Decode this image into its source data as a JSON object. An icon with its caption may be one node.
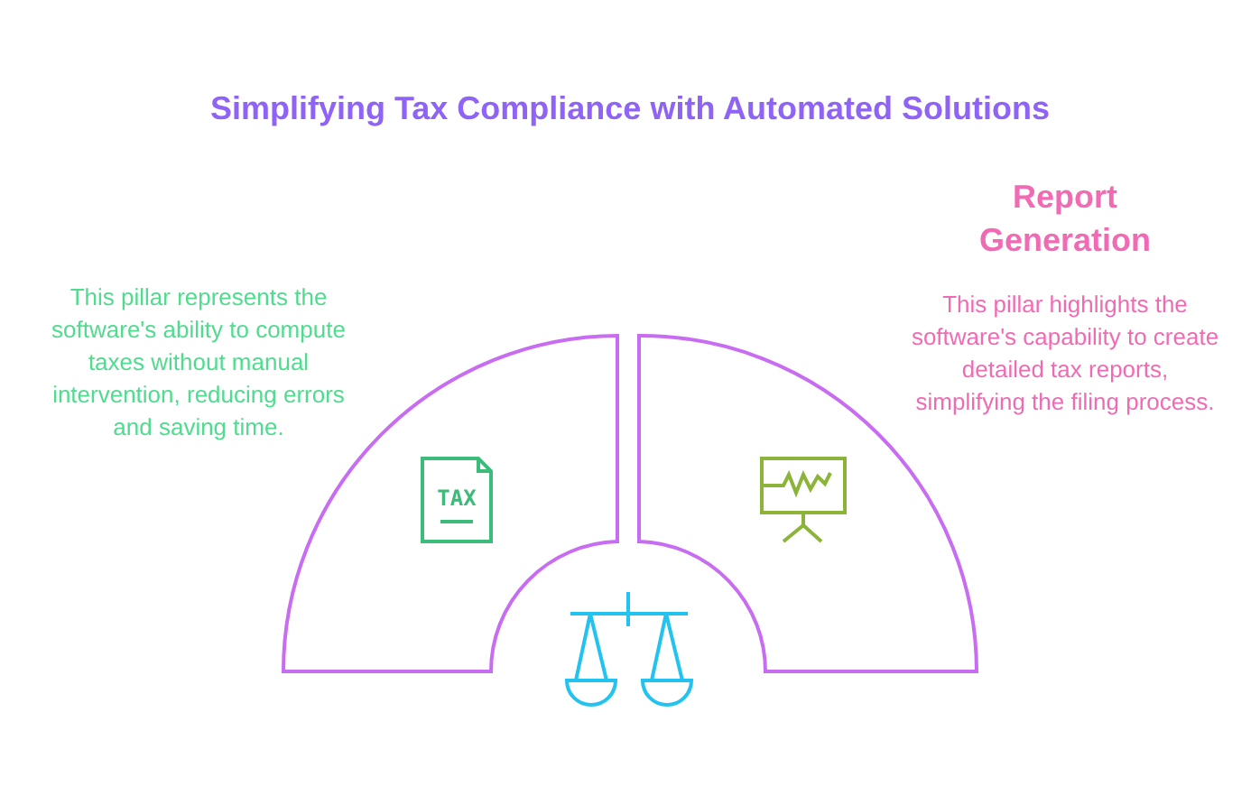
{
  "diagram": {
    "title": "Simplifying Tax Compliance with Automated Solutions",
    "labels": [
      "Report Generation",
      "This pillar represents the software's ability to compute taxes without manual intervention, reducing errors and saving time.",
      "This pillar highlights the software's capability to create detailed tax reports, simplifying the filing process.",
      "TAX"
    ]
  }
}
